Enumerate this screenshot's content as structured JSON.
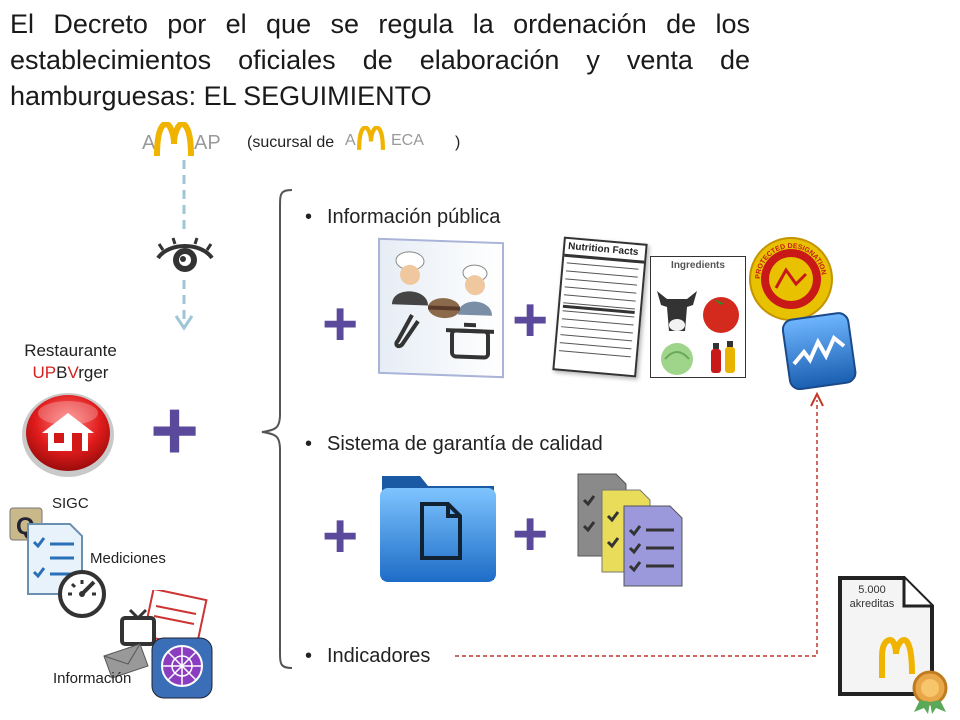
{
  "title": "El Decreto por el que se regula la ordenación de los establecimientos oficiales de elaboración y venta de hamburguesas: EL SEGUIMIENTO",
  "agency": {
    "left": "A",
    "right": "AP"
  },
  "branch": {
    "open": "(sucursal de",
    "a": "A",
    "eca": "ECA",
    "close": ")"
  },
  "restaurant": {
    "line1": "Restaurante",
    "p1": "UP",
    "p2": "B",
    "p3": "V",
    "p4": "rger"
  },
  "side_labels": {
    "sigc": "SIGC",
    "mediciones": "Mediciones",
    "informacion": "Información"
  },
  "bullets": {
    "info": "Información pública",
    "quality": "Sistema de garantía de calidad",
    "indicators": "Indicadores"
  },
  "ingredients_label": "Ingredients",
  "nutrition_label": "Nutrition Facts",
  "pdo_label": "PROTECTED DESIGNATION OF ORIGIN",
  "certificate": {
    "line1": "5.000",
    "line2": "akreditas"
  },
  "colors": {
    "accent_purple": "#5b4a9c",
    "red": "#d32020",
    "dashed_blue": "#9fc6d6",
    "dashed_red": "#c0392b",
    "gold": "#e5a300"
  }
}
